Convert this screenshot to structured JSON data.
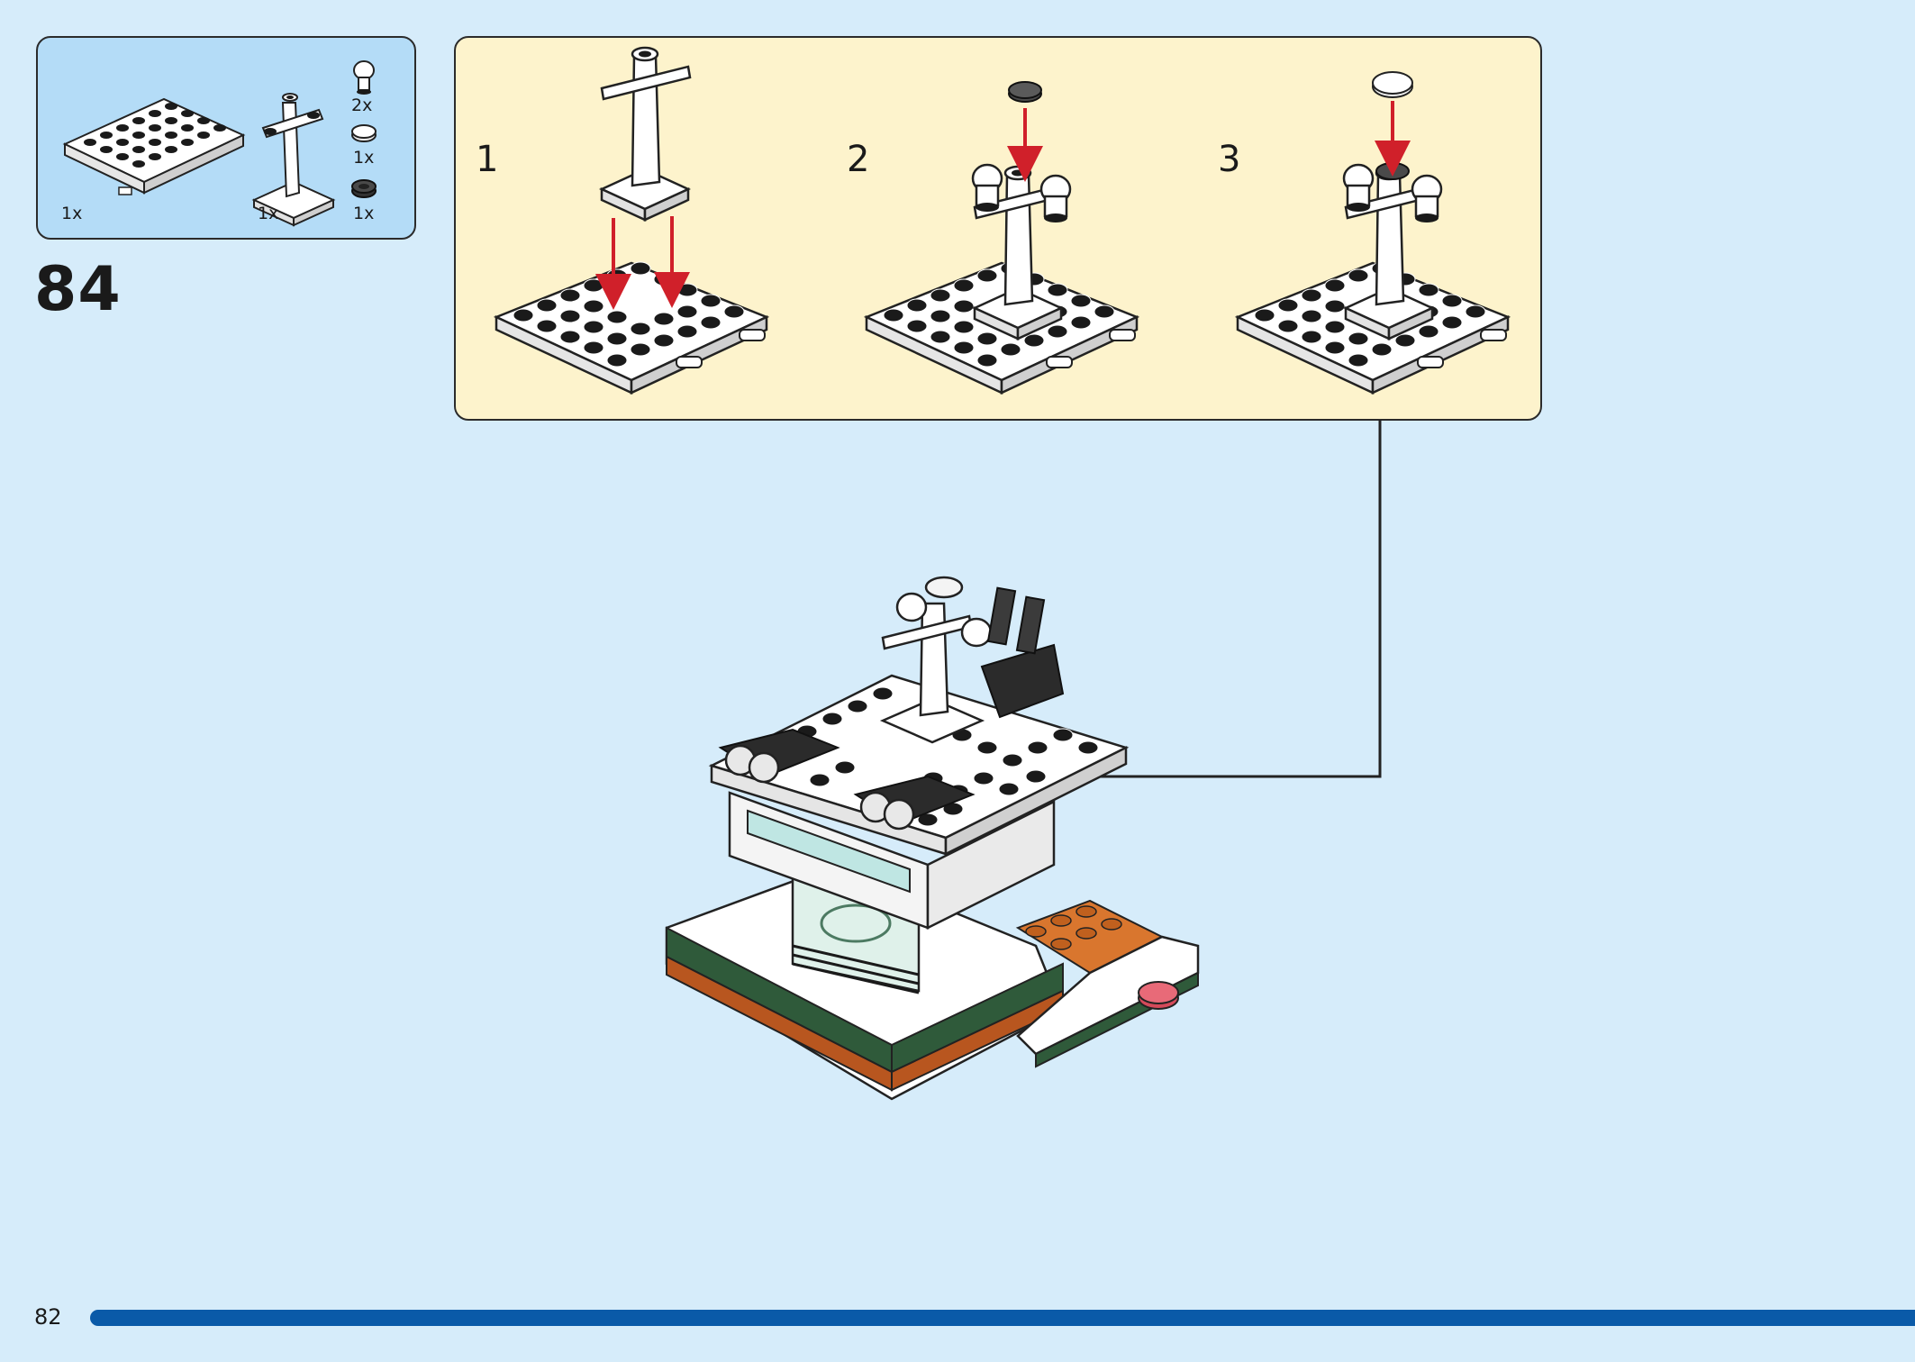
{
  "parts_list": {
    "items": [
      {
        "icon": "white-plate-6x4-with-clips",
        "qty": "1x"
      },
      {
        "icon": "white-antenna-mast-part",
        "qty": "1x"
      },
      {
        "icon": "white-round-light-cone",
        "qty": "2x"
      },
      {
        "icon": "trans-clear-round-tile",
        "qty": "1x"
      },
      {
        "icon": "black-round-tile",
        "qty": "1x"
      }
    ]
  },
  "step": {
    "number": "84"
  },
  "substeps": [
    {
      "label": "1"
    },
    {
      "label": "2"
    },
    {
      "label": "3"
    }
  ],
  "footer": {
    "page_number": "82",
    "progress_color": "#0a5aa8"
  },
  "colors": {
    "page_background": "#d6ecfa",
    "parts_box": "#b4dcf7",
    "substep_box": "#fdf3cc",
    "arrow_red": "#d0202a"
  }
}
